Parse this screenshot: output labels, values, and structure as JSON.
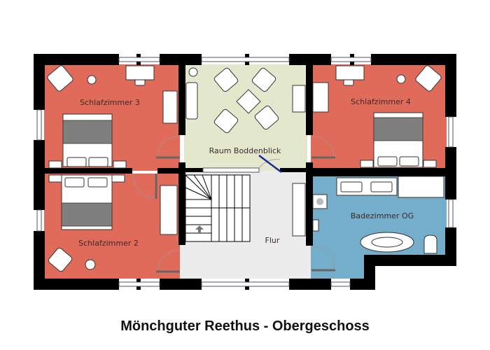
{
  "title": "Mönchguter Reethus - Obergeschoss",
  "rooms": [
    {
      "name": "Schlafzimmer 3",
      "color": "#e06b5b"
    },
    {
      "name": "Raum Boddenblick",
      "color": "#e3e8cd"
    },
    {
      "name": "Schlafzimmer 4",
      "color": "#e06b5b"
    },
    {
      "name": "Schlafzimmer 2",
      "color": "#e06b5b"
    },
    {
      "name": "Flur",
      "color": "#ececed"
    },
    {
      "name": "Badezimmer OG",
      "color": "#74aecb"
    }
  ],
  "colors": {
    "wall": "#000000",
    "window": "#ffffff",
    "stairs_arrow": "#777777",
    "balcony_door": "#1a2a9a"
  }
}
